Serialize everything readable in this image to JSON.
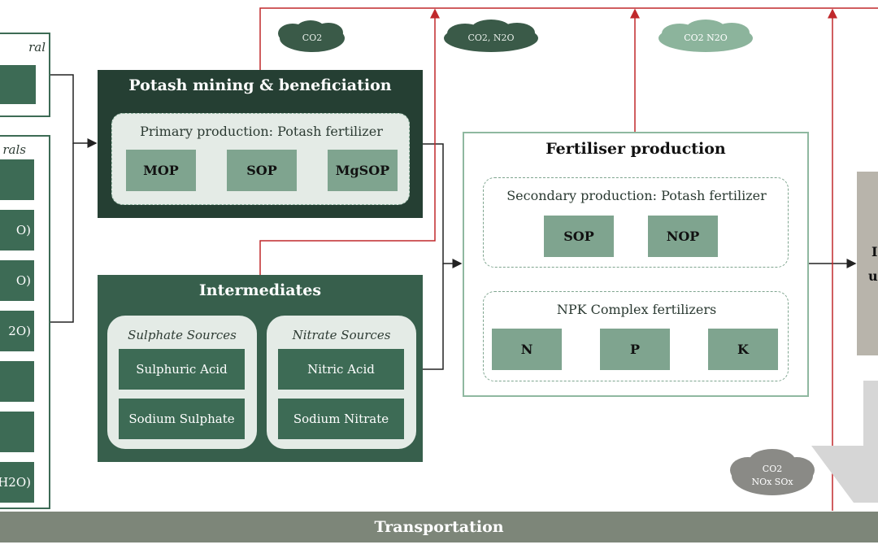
{
  "left": {
    "box1_title": "ral",
    "box2_title": "rals",
    "cells": [
      "",
      "O)",
      "O)",
      "2O)",
      "",
      "",
      "H2O)"
    ]
  },
  "potash": {
    "title": "Potash mining & beneficiation",
    "primary_label": "Primary production: Potash fertilizer",
    "buttons": [
      "MOP",
      "SOP",
      "MgSOP"
    ]
  },
  "intermediates": {
    "title": "Intermediates",
    "sulphate_label": "Sulphate Sources",
    "sulphate_items": [
      "Sulphuric Acid",
      "Sodium Sulphate"
    ],
    "nitrate_label": "Nitrate Sources",
    "nitrate_items": [
      "Nitric Acid",
      "Sodium Nitrate"
    ]
  },
  "fertiliser": {
    "title": "Fertiliser production",
    "secondary_label": "Secondary production: Potash fertilizer",
    "secondary_buttons": [
      "SOP",
      "NOP"
    ],
    "npk_label": "NPK Complex fertilizers",
    "npk_buttons": [
      "N",
      "P",
      "K"
    ]
  },
  "emissions": {
    "cloud1": "CO2",
    "cloud2": "CO2, N2O",
    "cloud3": "CO2  N2O",
    "cloud4_line1": "CO2",
    "cloud4_line2": "NOx SOx"
  },
  "right_partial": {
    "line1": "I",
    "line2": "u"
  },
  "transportation": "Transportation",
  "colors": {
    "dark_green": "#253f33",
    "mid_green": "#375f4c",
    "button_green": "#7fa48f",
    "emission_line": "#c0282b",
    "transport_bar": "#7d8679"
  }
}
